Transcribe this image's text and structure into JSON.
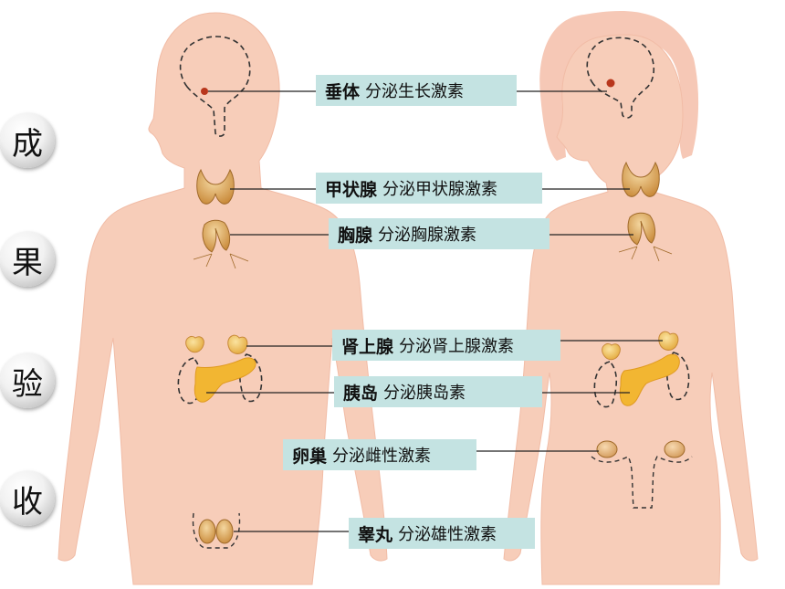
{
  "side_buttons": [
    "成",
    "果",
    "验",
    "收"
  ],
  "glands": [
    {
      "name": "垂体",
      "desc": "分泌生长激素"
    },
    {
      "name": "甲状腺",
      "desc": "分泌甲状腺激素"
    },
    {
      "name": "胸腺",
      "desc": "分泌胸腺激素"
    },
    {
      "name": "肾上腺",
      "desc": "分泌肾上腺激素"
    },
    {
      "name": "胰岛",
      "desc": "分泌胰岛素"
    },
    {
      "name": "卵巢",
      "desc": "分泌雌性激素"
    },
    {
      "name": "睾丸",
      "desc": "分泌雄性激素"
    }
  ],
  "colors": {
    "skin": "#f7cdb9",
    "label_bg": "#c4e3e2",
    "gland_orange": "#f2b632",
    "gland_brown": "#c98a3a",
    "pituitary_red": "#b8361c"
  }
}
